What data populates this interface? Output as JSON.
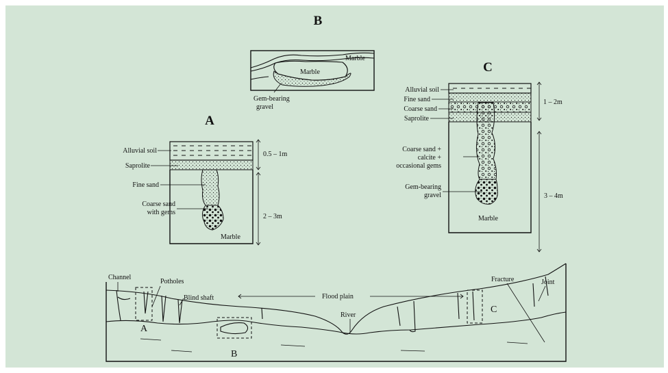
{
  "panel_B": {
    "title": "B",
    "marble_top": "Marble",
    "marble_center": "Marble",
    "gravel_line1": "Gem-bearing",
    "gravel_line2": "gravel"
  },
  "panel_A": {
    "title": "A",
    "alluvial_soil": "Alluvial soil",
    "saprolite": "Saprolite",
    "fine_sand": "Fine sand",
    "coarse_line1": "Coarse sand",
    "coarse_line2": "with gems",
    "marble": "Marble",
    "depth_top": "0.5 – 1m",
    "depth_bottom": "2 – 3m"
  },
  "panel_C": {
    "title": "C",
    "alluvial_soil": "Alluvial soil",
    "fine_sand": "Fine sand",
    "coarse_sand": "Coarse sand",
    "saprolite": "Saprolite",
    "mix_line1": "Coarse sand +",
    "mix_line2": "calcite +",
    "mix_line3": "occasional gems",
    "gravel_line1": "Gem-bearing",
    "gravel_line2": "gravel",
    "marble": "Marble",
    "depth_top": "1 – 2m",
    "depth_bottom": "3 – 4m"
  },
  "cross_section": {
    "channel": "Channel",
    "potholes": "Potholes",
    "blind_shaft": "Blind shaft",
    "flood_plain": "Flood plain",
    "river": "River",
    "fracture": "Fracture",
    "joint": "Joint",
    "marker_A": "A",
    "marker_B": "B",
    "marker_C": "C"
  }
}
